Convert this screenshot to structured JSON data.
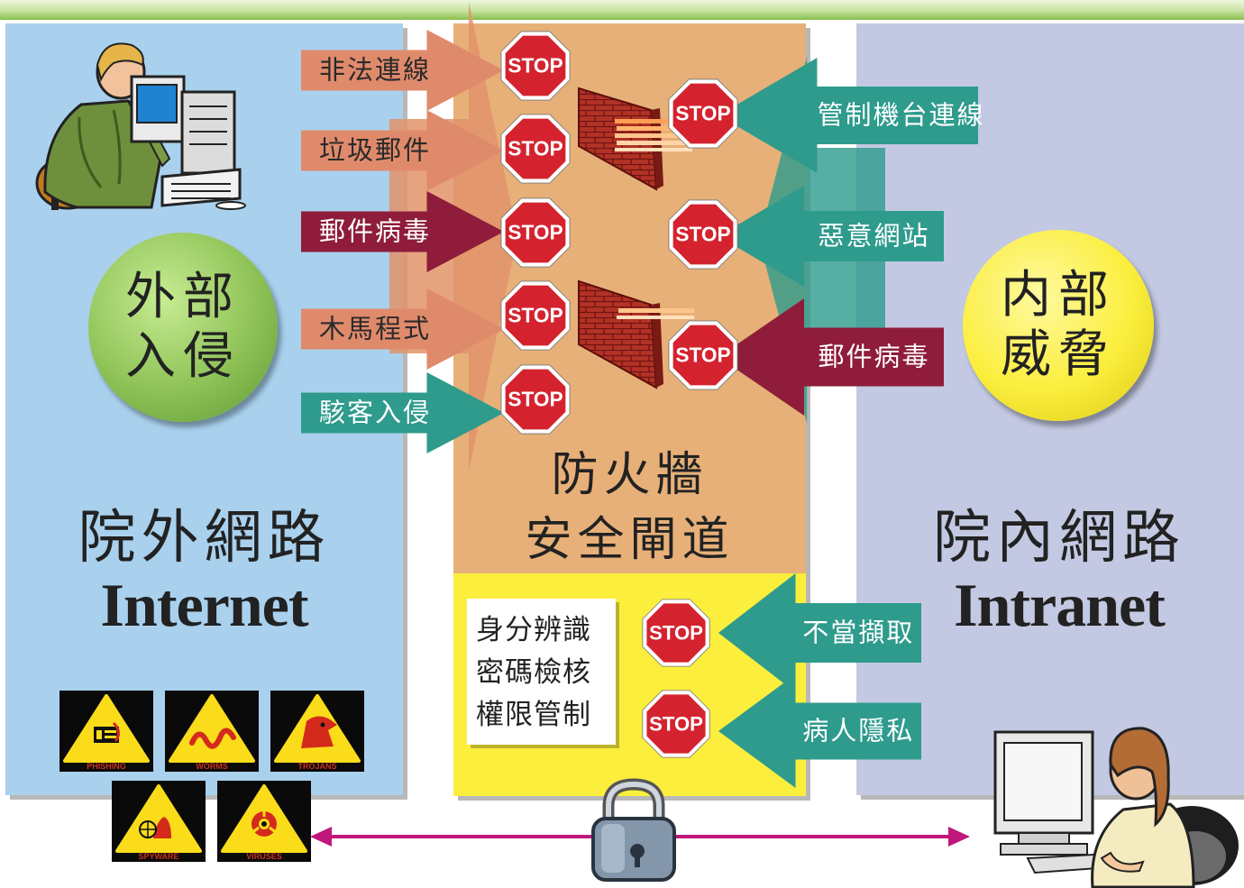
{
  "colors": {
    "salmon": "#e08a6c",
    "maroon": "#8e1c3a",
    "teal": "#2e9b8c"
  },
  "left_panel": {
    "circle": [
      "外部",
      "入侵"
    ],
    "title": "院外網路",
    "subtitle": "Internet"
  },
  "right_panel": {
    "circle": [
      "内部",
      "威脅"
    ],
    "title": "院內網路",
    "subtitle": "Intranet"
  },
  "firewall": {
    "title_lines": [
      "防火牆",
      "安全閘道"
    ]
  },
  "external_threats": [
    {
      "label": "非法連線",
      "color": "salmon"
    },
    {
      "label": "垃圾郵件",
      "color": "salmon"
    },
    {
      "label": "郵件病毒",
      "color": "maroon"
    },
    {
      "label": "木馬程式",
      "color": "salmon"
    },
    {
      "label": "駭客入侵",
      "color": "teal"
    }
  ],
  "internal_threats": [
    {
      "label": "管制機台連線",
      "color": "teal"
    },
    {
      "label": "惡意網站",
      "color": "teal"
    },
    {
      "label": "郵件病毒",
      "color": "maroon"
    }
  ],
  "auth_measures": [
    "身分辨識",
    "密碼檢核",
    "權限管制"
  ],
  "privacy_threats": [
    {
      "label": "不當擷取",
      "color": "teal"
    },
    {
      "label": "病人隱私",
      "color": "teal"
    }
  ],
  "stop_sign_text": "STOP",
  "malware_badges": [
    "PHISHING",
    "WORMS",
    "TROJANS",
    "SPYWARE",
    "VIRUSES"
  ]
}
